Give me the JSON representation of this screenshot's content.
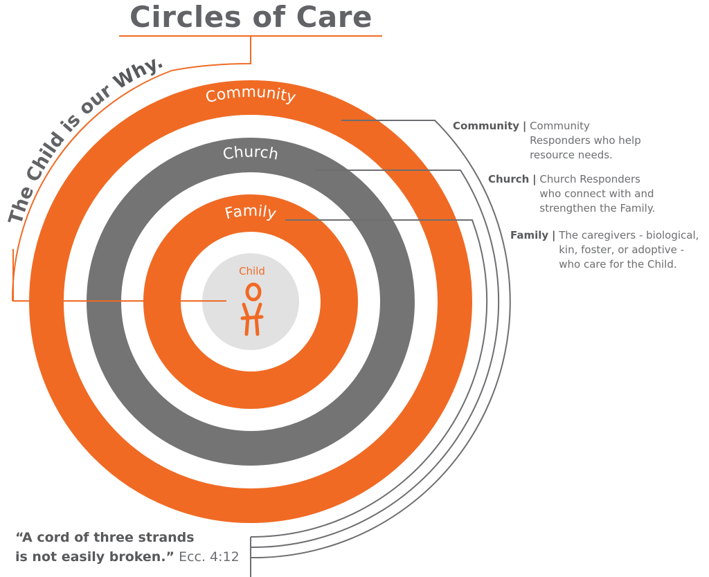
{
  "title": "Circles of Care",
  "arc_tagline": {
    "prefix": "The Child is our ",
    "emphasis": "Why."
  },
  "circles": [
    {
      "name": "Community",
      "label": "Community",
      "color": "#f06a24"
    },
    {
      "name": "Church",
      "label": "Church",
      "color": "#747474"
    },
    {
      "name": "Family",
      "label": "Family",
      "color": "#f06a24"
    },
    {
      "name": "Child",
      "label": "Child",
      "color": "#e1e1e1"
    }
  ],
  "legend": [
    {
      "term": "Community",
      "separator": "|",
      "lines": [
        "Community",
        "Responders who help",
        "resource needs."
      ]
    },
    {
      "term": "Church",
      "separator": "|",
      "lines": [
        "Church Responders",
        "who connect with and",
        "strengthen the Family."
      ]
    },
    {
      "term": "Family",
      "separator": "|",
      "lines": [
        "The caregivers - biological,",
        "kin, foster, or adoptive -",
        "who care for the Child."
      ]
    }
  ],
  "quote": {
    "line1": "“A cord of three strands",
    "line2": "is not easily broken.”",
    "reference": "Ecc. 4:12"
  },
  "colors": {
    "orange": "#f06a24",
    "gray_ring": "#747474",
    "child_bg": "#e1e1e1",
    "text_gray": "#626366",
    "line_gray": "#6d6e71"
  },
  "icons": {
    "child": "stick-figure-child-icon"
  }
}
